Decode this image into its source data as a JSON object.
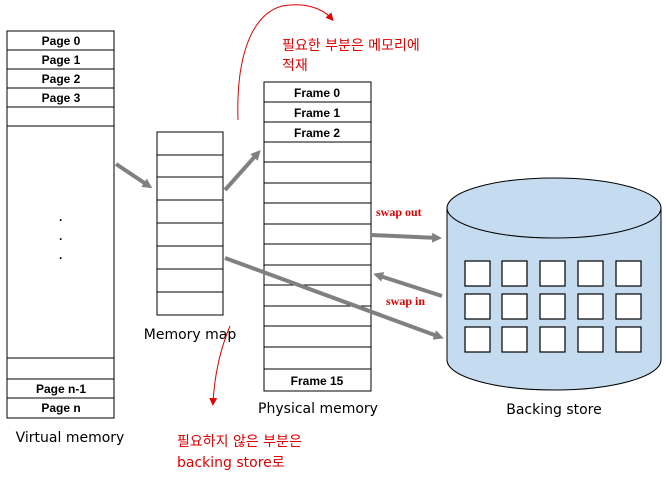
{
  "virtual_memory": {
    "caption": "Virtual memory",
    "pages_top": [
      "Page 0",
      "Page 1",
      "Page 2",
      "Page 3"
    ],
    "ellipsis": [
      "·",
      "·",
      "·",
      "·"
    ],
    "pages_bottom": [
      "Page n-1",
      "Page n"
    ]
  },
  "memory_map": {
    "caption": "Memory map"
  },
  "physical_memory": {
    "caption": "Physical memory",
    "frames_top": [
      "Frame 0",
      "Frame 1",
      "Frame 2"
    ],
    "frame_last": "Frame 15"
  },
  "backing_store": {
    "caption": "Backing store",
    "swap_out": "swap out",
    "swap_in": "swap in"
  },
  "annotations": {
    "top_line1": "필요한 부분은 메모리에",
    "top_line2": "적재",
    "bottom_line1": "필요하지 않은 부분은",
    "bottom_line2": "backing store로"
  },
  "colors": {
    "annotation": "#e00000",
    "arrow": "#808080",
    "cylinder": "#c5dcf0"
  }
}
